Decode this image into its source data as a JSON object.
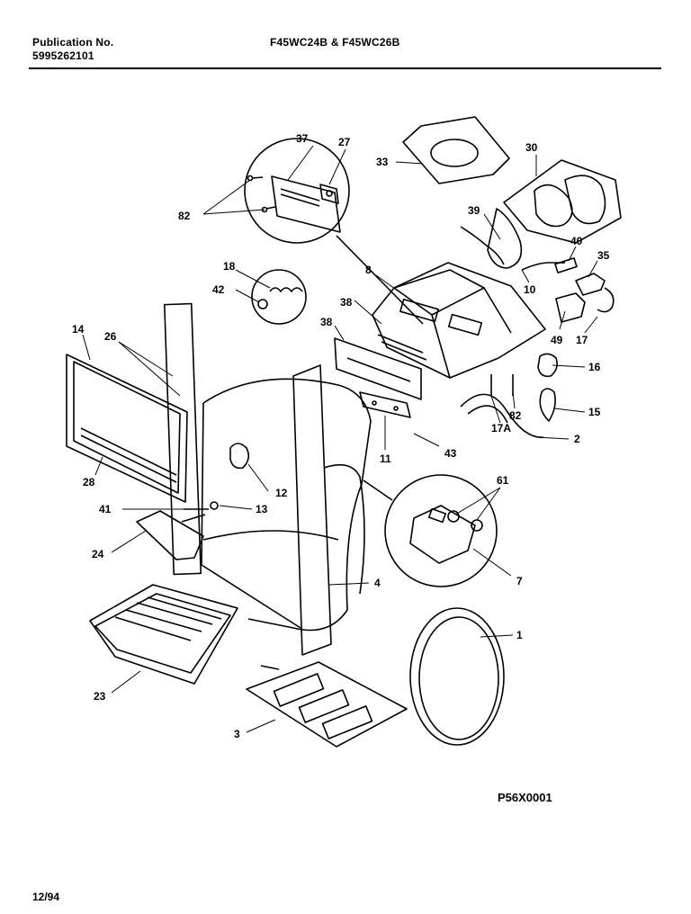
{
  "header": {
    "publication_label": "Publication No.",
    "publication_number": "5995262101",
    "models": "F45WC24B & F45WC26B"
  },
  "figure_code": "P56X0001",
  "date": "12/94",
  "callouts": {
    "c37": "37",
    "c27": "27",
    "c33": "33",
    "c30": "30",
    "c82a": "82",
    "c39": "39",
    "c40": "40",
    "c35": "35",
    "c18": "18",
    "c42": "42",
    "c8": "8",
    "c10": "10",
    "c38a": "38",
    "c38b": "38",
    "c14": "14",
    "c26": "26",
    "c49": "49",
    "c17": "17",
    "c16": "16",
    "c82b": "82",
    "c15": "15",
    "c17a": "17A",
    "c2": "2",
    "c11": "11",
    "c43": "43",
    "c28": "28",
    "c12": "12",
    "c61": "61",
    "c41": "41",
    "c13": "13",
    "c24": "24",
    "c7": "7",
    "c4": "4",
    "c1": "1",
    "c23": "23",
    "c3": "3"
  }
}
